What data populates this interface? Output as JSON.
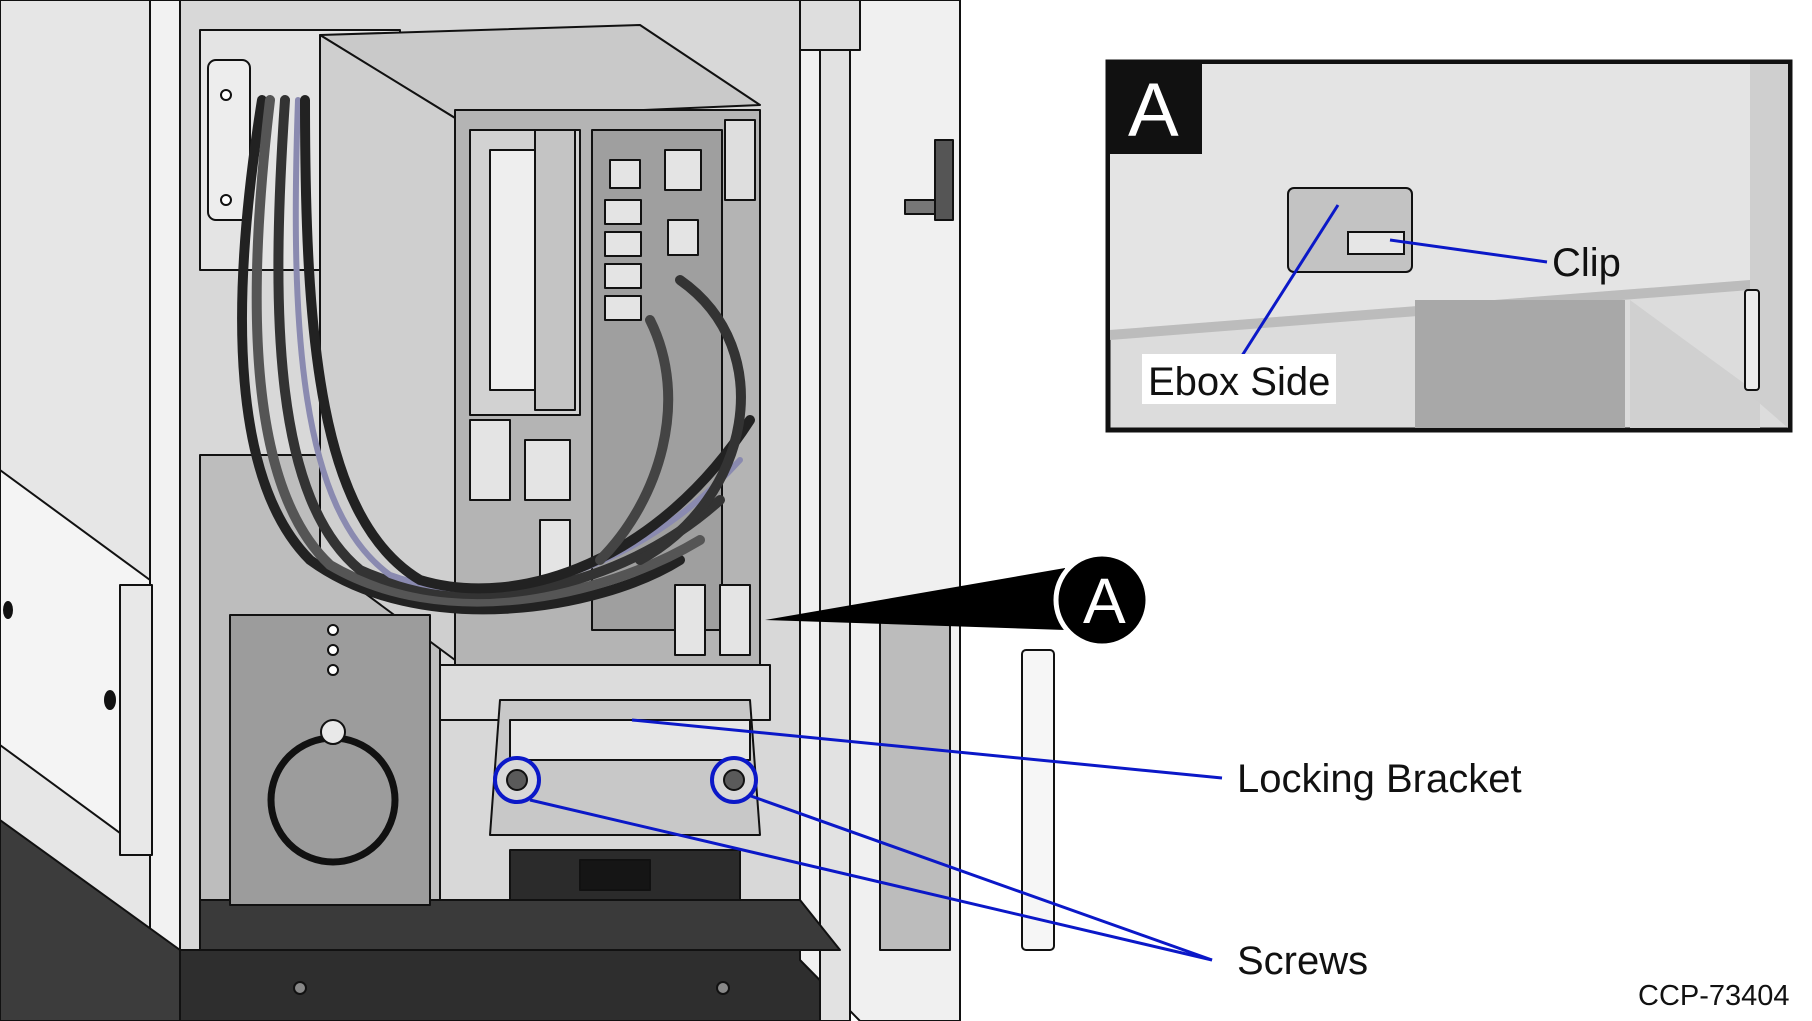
{
  "labels": {
    "locking_bracket": "Locking Bracket",
    "screws": "Screws",
    "clip": "Clip",
    "ebox_side": "Ebox Side"
  },
  "callout": {
    "main_marker": "A",
    "inset_marker": "A"
  },
  "figure_id": "CCP-73404",
  "colors": {
    "leader_line": "#0b18c8",
    "outline": "#111111",
    "panel_light": "#ececec",
    "panel_mid": "#cfcfcf",
    "panel_dark": "#9a9a9a",
    "base_dark": "#3c3c3c"
  }
}
